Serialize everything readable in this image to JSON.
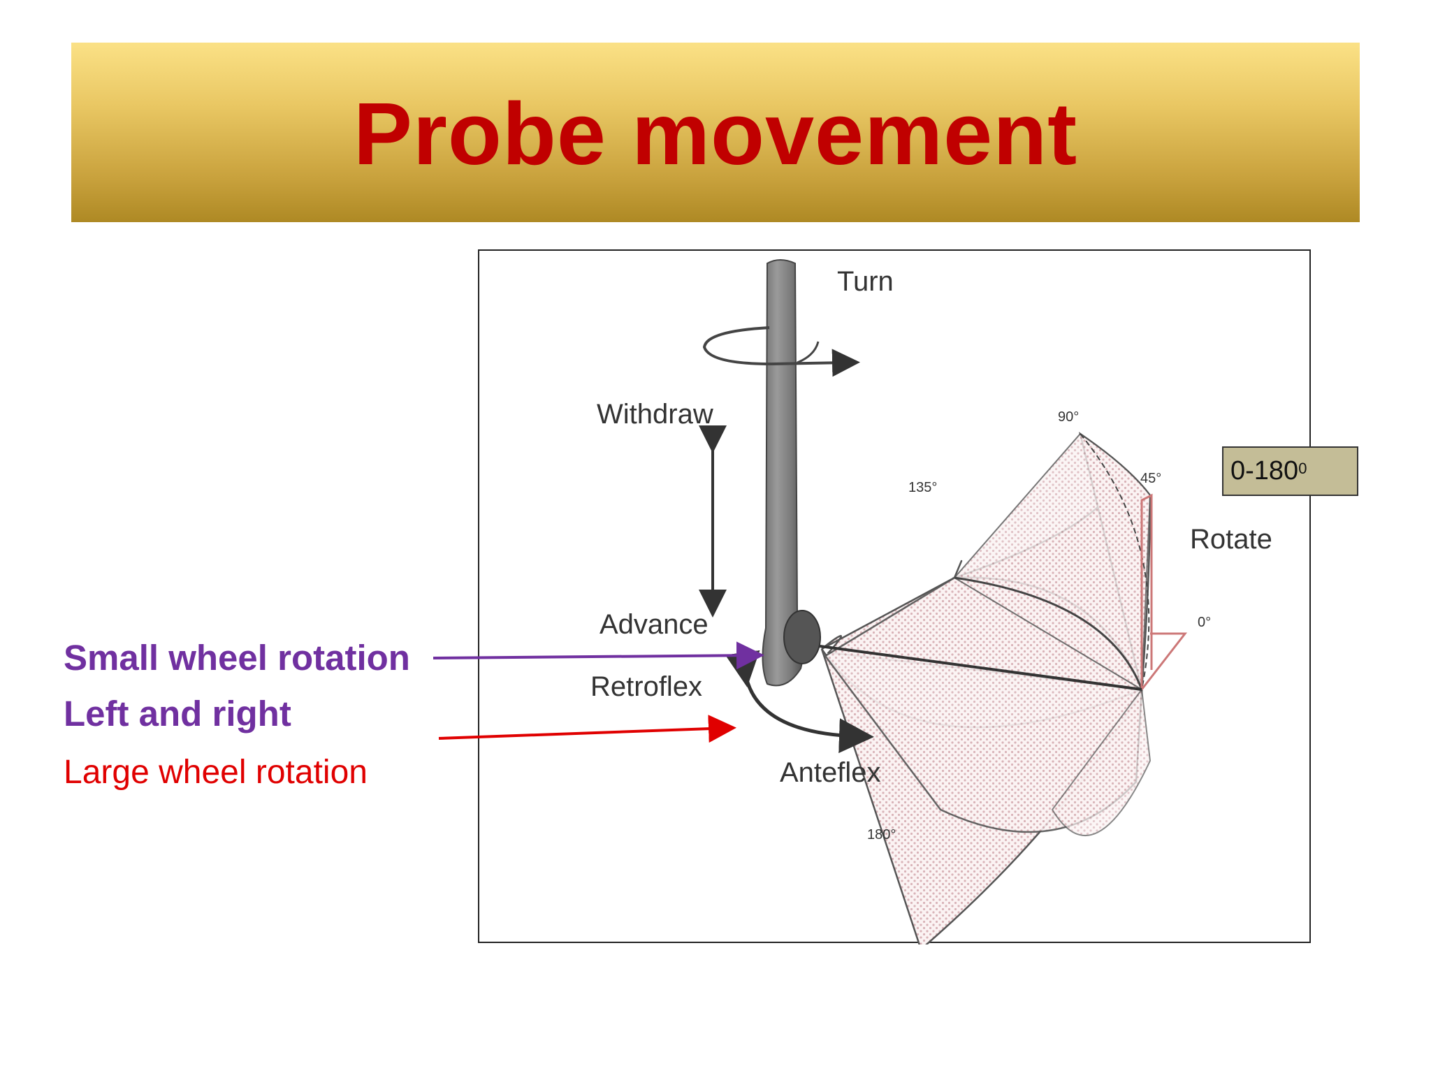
{
  "slide": {
    "title": "Probe movement"
  },
  "diagram": {
    "labels": {
      "turn": "Turn",
      "withdraw": "Withdraw",
      "advance": "Advance",
      "retroflex": "Retroflex",
      "anteflex": "Anteflex",
      "rotate": "Rotate",
      "angle_90": "90°",
      "angle_135": "135°",
      "angle_45": "45°",
      "angle_0": "0°",
      "angle_180": "180°"
    }
  },
  "annotations": {
    "small_wheel": "Small wheel rotation",
    "left_right": "Left and right",
    "large_wheel": "Large wheel rotation",
    "range": "0-180",
    "range_sup": "0"
  },
  "colors": {
    "title": "#c00000",
    "purple": "#7030a0",
    "red": "#e00000",
    "range_box": "#c4bd97"
  }
}
